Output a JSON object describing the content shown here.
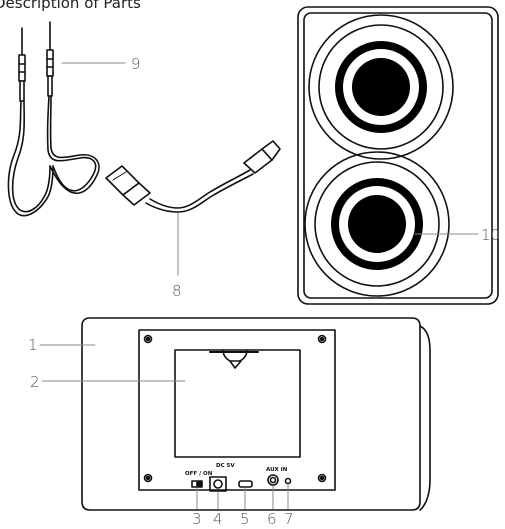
{
  "title": "Description of Parts",
  "callouts": [
    "1",
    "2",
    "3",
    "4",
    "5",
    "6",
    "7",
    "8",
    "9",
    "10"
  ],
  "panel_labels": {
    "power_switch": "OFF / ON",
    "dc_input": "DC 5V",
    "aux_input": "AUX IN"
  }
}
